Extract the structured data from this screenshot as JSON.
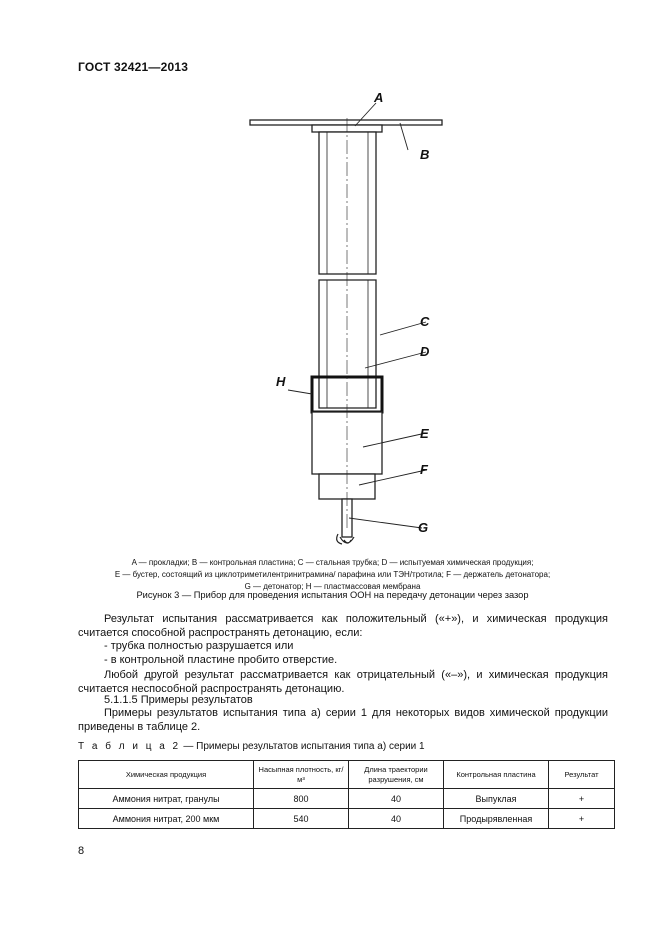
{
  "header": {
    "standard": "ГОСТ 32421—2013"
  },
  "figure": {
    "labels": {
      "a": "A",
      "b": "B",
      "c": "C",
      "d": "D",
      "e": "E",
      "f": "F",
      "g": "G",
      "h": "H"
    },
    "legend": [
      "A — прокладки; B — контрольная пластина; C — стальная трубка; D — испытуемая химическая продукция;",
      "E — бустер, состоящий из циклотриметилентринитрамина/ парафина или ТЭН/тротила; F — держатель детонатора;",
      "G — детонатор; H — пластмассовая мембрана"
    ],
    "caption": "Рисунок 3 — Прибор для проведения испытания ООН на передачу детонации через зазор"
  },
  "body": {
    "intro": "Результат испытания рассматривается как положительный («+»), и химическая продукция считается способной распространять детонацию, если:",
    "cond1": "- трубка полностью разрушается или",
    "cond2": "- в контрольной пластине пробито отверстие.",
    "other": "Любой другой результат рассматривается как отрицательный («–»), и химическая продукция считается неспособной распространять детонацию.",
    "section": "5.1.1.5 Примеры результатов",
    "examples": "Примеры результатов испытания типа а) серии 1 для некоторых видов химической продукции приведены в таблице 2."
  },
  "table": {
    "caption_prefix": "Т а б л и ц а 2",
    "caption_text": " — Примеры результатов испытания типа а) серии 1",
    "headers": [
      "Химическая продукция",
      "Насыпная плотность, кг/м³",
      "Длина траектории разрушения, см",
      "Контрольная пластина",
      "Результат"
    ],
    "rows": [
      [
        "Аммония нитрат, гранулы",
        "800",
        "40",
        "Выпуклая",
        "+"
      ],
      [
        "Аммония нитрат, 200 мкм",
        "540",
        "40",
        "Продырявленная",
        "+"
      ]
    ]
  },
  "page_number": "8"
}
